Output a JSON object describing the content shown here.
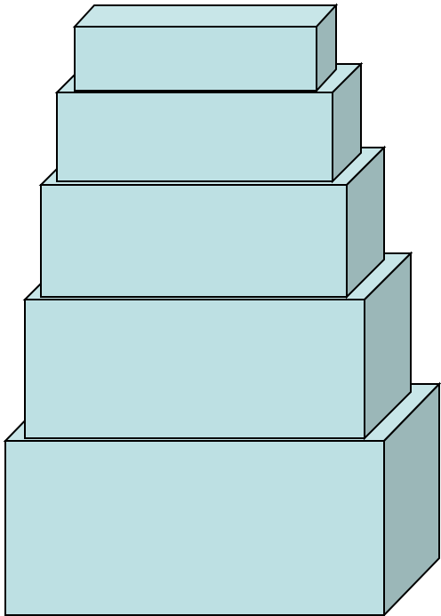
{
  "diagram": {
    "colors": {
      "front": "#bde0e3",
      "top": "#c8e6e8",
      "side": "#9bb7b8",
      "outline": "#000000"
    },
    "blocks": [
      {
        "name": "block-1"
      },
      {
        "name": "block-2"
      },
      {
        "name": "block-3"
      },
      {
        "name": "block-4"
      },
      {
        "name": "block-5"
      }
    ]
  }
}
